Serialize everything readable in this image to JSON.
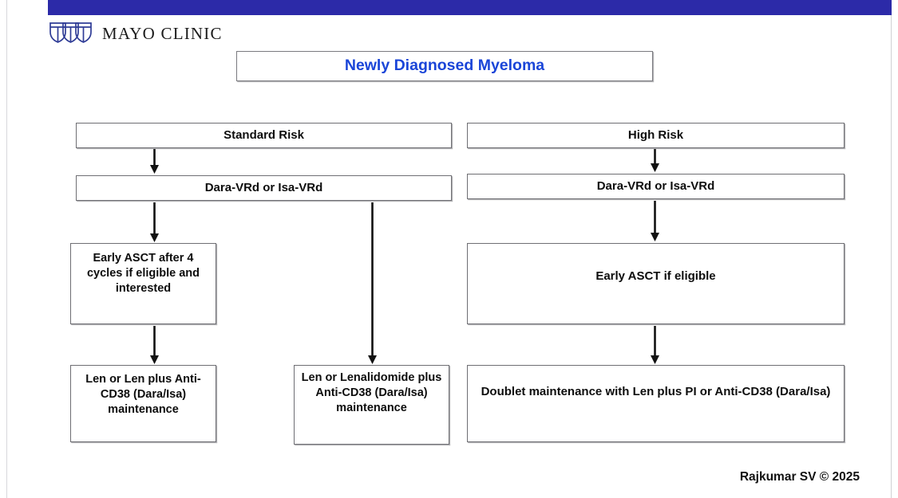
{
  "slide": {
    "banner_color": "#2c2aa8",
    "brand": {
      "logo_icon": "mayo-clinic-shield-icon",
      "wordmark": "MAYO CLINIC"
    },
    "title": {
      "text": "Newly Diagnosed Myeloma",
      "color": "#1a45d8"
    },
    "footer": {
      "credit": "Rajkumar SV © 2025"
    }
  },
  "flowchart": {
    "columns": [
      {
        "id": "standard-risk",
        "header": "Standard Risk",
        "induction": "Dara-VRd or Isa-VRd",
        "transplant": "Early ASCT after 4 cycles if eligible and interested",
        "maintenance": "Len or Len plus Anti-CD38 (Dara/Isa) maintenance",
        "alternate_maintenance": "Len or Lenalidomide plus Anti-CD38 (Dara/Isa) maintenance"
      },
      {
        "id": "high-risk",
        "header": "High Risk",
        "induction": "Dara-VRd or Isa-VRd",
        "transplant": "Early ASCT if eligible",
        "maintenance": "Doublet maintenance with Len plus PI or Anti-CD38 (Dara/Isa)"
      }
    ],
    "boxes": {
      "standard_risk_header": "Standard Risk",
      "standard_risk_induction": "Dara-VRd or Isa-VRd",
      "standard_risk_asct": "Early ASCT after 4 cycles if eligible and interested",
      "standard_risk_maintenance": "Len or Len plus Anti-CD38 (Dara/Isa) maintenance",
      "no_transplant_maintenance": "Len or Lenalidomide plus Anti-CD38 (Dara/Isa) maintenance",
      "high_risk_header": "High Risk",
      "high_risk_induction": "Dara-VRd or Isa-VRd",
      "high_risk_asct": "Early ASCT if eligible",
      "high_risk_maintenance": "Doublet maintenance with Len plus PI or Anti-CD38 (Dara/Isa)"
    },
    "connectors": [
      {
        "id": "sr-header-to-induction",
        "from": "standard_risk_header",
        "to": "standard_risk_induction"
      },
      {
        "id": "sr-induction-to-asct",
        "from": "standard_risk_induction",
        "to": "standard_risk_asct"
      },
      {
        "id": "sr-asct-to-maintenance",
        "from": "standard_risk_asct",
        "to": "standard_risk_maintenance"
      },
      {
        "id": "sr-induction-to-no-transplant",
        "from": "standard_risk_induction",
        "to": "no_transplant_maintenance"
      },
      {
        "id": "hr-header-to-induction",
        "from": "high_risk_header",
        "to": "high_risk_induction"
      },
      {
        "id": "hr-induction-to-asct",
        "from": "high_risk_induction",
        "to": "high_risk_asct"
      },
      {
        "id": "hr-asct-to-maintenance",
        "from": "high_risk_asct",
        "to": "high_risk_maintenance"
      }
    ]
  }
}
